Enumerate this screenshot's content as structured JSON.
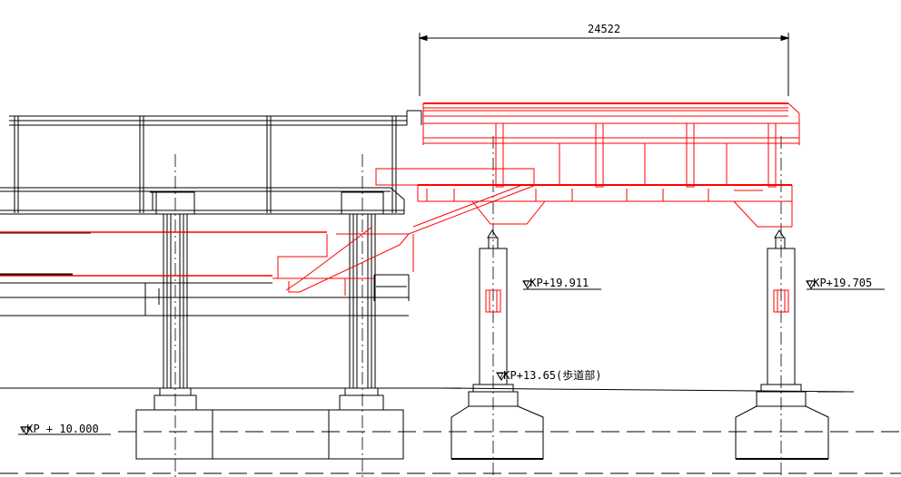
{
  "dimension": {
    "span_label": "24522"
  },
  "levels": {
    "pier_left_top": "▽KP+19.911",
    "pier_right_top": "▽KP+19.705",
    "sidewalk": "▽KP+13.65(歩道部)",
    "ground_reference": "▽KP + 10.000"
  },
  "colors": {
    "line": "#000000",
    "new_structure": "#ff0000",
    "background": "#ffffff"
  }
}
